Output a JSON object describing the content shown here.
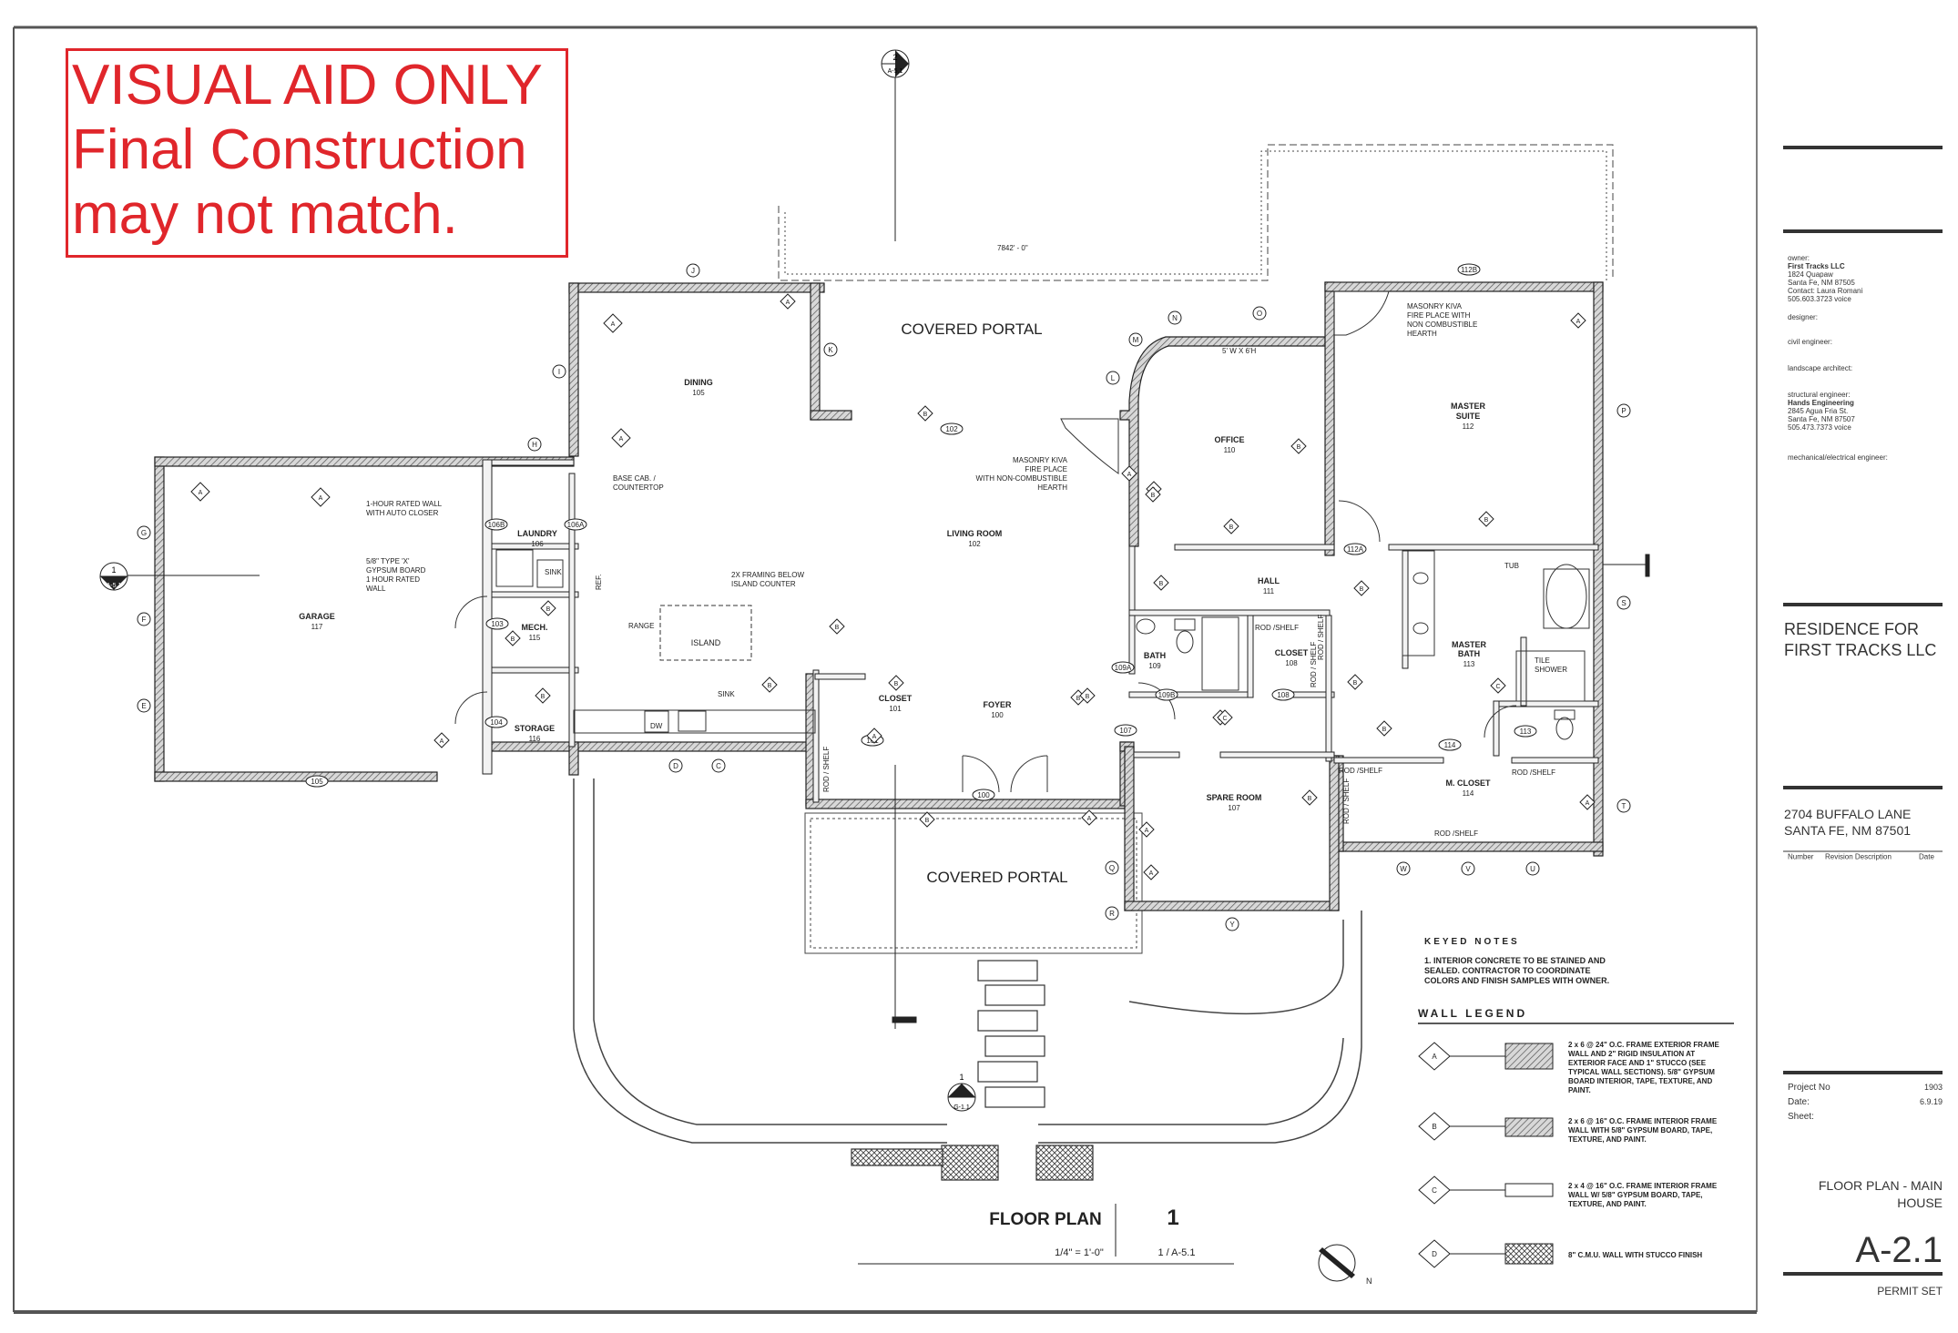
{
  "disclaimer": {
    "line1": "VISUAL AID ONLY",
    "line2": "Final Construction",
    "line3": "may not match."
  },
  "rooms": {
    "covered_portal_north": "COVERED PORTAL",
    "covered_portal_south": "COVERED PORTAL",
    "dining": "DINING",
    "dining_no": "105",
    "living": "LIVING ROOM",
    "living_no": "102",
    "office": "OFFICE",
    "office_no": "110",
    "master_suite_1": "MASTER",
    "master_suite_2": "SUITE",
    "master_suite_no": "112",
    "garage": "GARAGE",
    "garage_no": "117",
    "laundry": "LAUNDRY",
    "laundry_no": "106",
    "mech": "MECH.",
    "mech_no": "115",
    "storage": "STORAGE",
    "storage_no": "116",
    "closet": "CLOSET",
    "closet_no": "101",
    "foyer": "FOYER",
    "foyer_no": "100",
    "hall": "HALL",
    "hall_no": "111",
    "bath": "BATH",
    "bath_no": "109",
    "closet2": "CLOSET",
    "closet2_no": "108",
    "master_bath_1": "MASTER",
    "master_bath_2": "BATH",
    "master_bath_no": "113",
    "spare": "SPARE ROOM",
    "spare_no": "107",
    "m_closet": "M. CLOSET",
    "m_closet_no": "114",
    "island": "ISLAND"
  },
  "annotations": {
    "elevation": "7842' - 0\"",
    "kiva_n_1": "MASONRY KIVA",
    "kiva_n_2": "FIRE PLACE WITH",
    "kiva_n_3": "NON COMBUSTIBLE",
    "kiva_n_4": "HEARTH",
    "kiva_l_1": "MASONRY KIVA",
    "kiva_l_2": "FIRE PLACE",
    "kiva_l_3": "WITH NON-COMBUSTIBLE",
    "kiva_l_4": "HEARTH",
    "rated_wall_1": "1-HOUR RATED WALL",
    "rated_wall_2": "WITH AUTO CLOSER",
    "gypsum_1": "5/8\" TYPE 'X'",
    "gypsum_2": "GYPSUM BOARD",
    "gypsum_3": "1 HOUR RATED",
    "gypsum_4": "WALL",
    "base_cab_1": "BASE CAB. /",
    "base_cab_2": "COUNTERTOP",
    "framing_1": "2X FRAMING BELOW",
    "framing_2": "ISLAND COUNTER",
    "range": "RANGE",
    "sink": "SINK",
    "sink2": "SINK",
    "dw": "DW",
    "ref": "REF.",
    "tub": "TUB",
    "tile_1": "TILE",
    "tile_2": "SHOWER",
    "window_5x6": "5' W X 6'H",
    "rod_shelf_1": "ROD /SHELF",
    "rod_shelf_2": "ROD /SHELF",
    "rod_shelf_3": "ROD /SHELF",
    "rod_shelf_4": "ROD /SHELF",
    "rod_shelf_5": "ROD / SHELF",
    "rod_shelf_6": "ROD / SHELF",
    "rod_shelf_7": "ROD / SHELF",
    "rod_shelf_8": "ROD / SHELF"
  },
  "doors": {
    "d102": "102",
    "d106b": "106B",
    "d106a": "106A",
    "d103": "103",
    "d104": "104",
    "d105": "105",
    "d112a": "112A",
    "d112b": "112B",
    "d109a": "109A",
    "d109b": "109B",
    "d108": "108",
    "d107": "107",
    "d101": "101",
    "d100": "100",
    "d113": "113",
    "d114": "114"
  },
  "gridlines": [
    "J",
    "K",
    "I",
    "H",
    "G",
    "F",
    "E",
    "L",
    "M",
    "N",
    "O",
    "P",
    "S",
    "T",
    "W",
    "V",
    "U",
    "D",
    "C",
    "Q",
    "R",
    "Y"
  ],
  "tags": {
    "a": "A",
    "b": "B",
    "c": "C",
    "d": "D"
  },
  "section_markers": {
    "top_no": "2",
    "top_ref": "A-5.1",
    "left_no": "1",
    "left_ref": "A-5.1",
    "bottom_no": "1",
    "bottom_ref": "G-1.1"
  },
  "plan_title": {
    "name": "FLOOR PLAN",
    "number": "1",
    "scale": "1/4\" = 1'-0\"",
    "ref": "1 / A-5.1"
  },
  "keyed_notes": {
    "heading": "KEYED NOTES",
    "note_1": "1. INTERIOR CONCRETE TO BE STAINED AND",
    "note_2": "SEALED. CONTRACTOR TO COORDINATE",
    "note_3": "COLORS AND FINISH SAMPLES WITH OWNER."
  },
  "wall_legend": {
    "heading": "WALL LEGEND",
    "a_1": "2 x 6 @ 24\" O.C. FRAME EXTERIOR FRAME",
    "a_2": "WALL AND 2\" RIGID INSULATION AT",
    "a_3": "EXTERIOR FACE AND 1\" STUCCO (SEE",
    "a_4": "TYPICAL WALL SECTIONS). 5/8\" GYPSUM",
    "a_5": "BOARD INTERIOR, TAPE, TEXTURE, AND",
    "a_6": "PAINT.",
    "b_1": "2 x 6 @ 16\" O.C. FRAME INTERIOR FRAME",
    "b_2": "WALL WITH 5/8\" GYPSUM BOARD, TAPE,",
    "b_3": "TEXTURE, AND PAINT.",
    "c_1": "2 x 4 @ 16\" O.C. FRAME INTERIOR FRAME",
    "c_2": "WALL W/ 5/8\" GYPSUM BOARD, TAPE,",
    "c_3": "TEXTURE, AND PAINT.",
    "d_1": "8\" C.M.U. WALL WITH STUCCO FINISH"
  },
  "north": "N",
  "title_block": {
    "owner_label": "owner:",
    "owner_1": "First Tracks LLC",
    "owner_2": "1824 Quapaw",
    "owner_3": "Santa Fe, NM 87505",
    "owner_4": "Contact: Laura Romani",
    "owner_5": "505.603.3723 voice",
    "designer": "designer:",
    "civil": "civil engineer:",
    "landscape": "landscape architect:",
    "structural_label": "structural engineer:",
    "structural_1": "Hands Engineering",
    "structural_2": "2845 Agua Fria St.",
    "structural_3": "Santa Fe, NM 87507",
    "structural_4": "505.473.7373 voice",
    "mep": "mechanical/electrical engineer:",
    "project_1": "RESIDENCE FOR",
    "project_2": "FIRST TRACKS LLC",
    "address_1": "2704 BUFFALO LANE",
    "address_2": "SANTA FE, NM 87501",
    "rev_number": "Number",
    "rev_desc": "Revision Description",
    "rev_date": "Date",
    "project_no_label": "Project No",
    "project_no": "1903",
    "date_label": "Date:",
    "date": "6.9.19",
    "sheet_label": "Sheet:",
    "sheet_title_1": "FLOOR PLAN - MAIN",
    "sheet_title_2": "HOUSE",
    "sheet_no": "A-2.1",
    "issue": "PERMIT SET"
  },
  "colors": {
    "disclaimer": "#e0262b",
    "linework": "#222222",
    "wall_fill": "#9a9a9a"
  }
}
